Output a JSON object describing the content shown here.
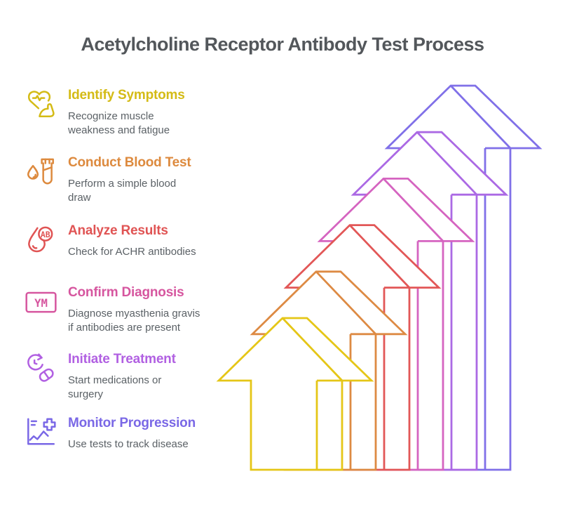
{
  "title": "Acetylcholine Receptor Antibody Test Process",
  "steps": [
    {
      "label": "Identify Symptoms",
      "description_lines": [
        "Recognize muscle",
        "weakness and fatigue"
      ],
      "color": "#d4bb16",
      "icon": "heart-pulse-muscle-icon"
    },
    {
      "label": "Conduct Blood Test",
      "description_lines": [
        "Perform a simple blood",
        "draw"
      ],
      "color": "#dd8a3e",
      "icon": "blood-drop-test-tube-icon"
    },
    {
      "label": "Analyze Results",
      "description_lines": [
        "Check for ACHR antibodies"
      ],
      "color": "#e05454",
      "icon": "blood-drop-ab-icon"
    },
    {
      "label": "Confirm Diagnosis",
      "description_lines": [
        "Diagnose myasthenia gravis",
        "if antibodies are present"
      ],
      "color": "#d6569f",
      "icon": "ym-badge-icon"
    },
    {
      "label": "Initiate Treatment",
      "description_lines": [
        "Start medications or",
        "surgery"
      ],
      "color": "#b160e2",
      "icon": "clock-pill-icon"
    },
    {
      "label": "Monitor Progression",
      "description_lines": [
        "Use tests to track disease"
      ],
      "color": "#7a68e6",
      "icon": "chart-cross-icon"
    }
  ],
  "arrows": {
    "colors": [
      "#e5c617",
      "#dd8a43",
      "#e25757",
      "#d564c0",
      "#ab69e4",
      "#8070e8"
    ]
  }
}
